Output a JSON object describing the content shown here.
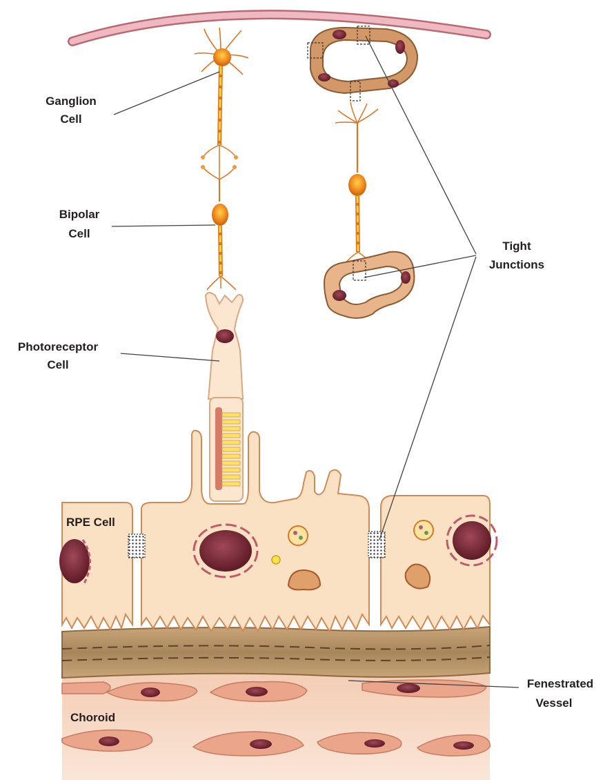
{
  "labels": {
    "ganglion_line1": "Ganglion",
    "ganglion_line2": "Cell",
    "bipolar_line1": "Bipolar",
    "bipolar_line2": "Cell",
    "photoreceptor_line1": "Photoreceptor",
    "photoreceptor_line2": "Cell",
    "tight_line1": "Tight",
    "tight_line2": "Junctions",
    "rpe": "RPE Cell",
    "choroid": "Choroid",
    "fenestrated_line1": "Fenestrated",
    "fenestrated_line2": "Vessel"
  },
  "colors": {
    "membrane": "#e8a0a8",
    "neuron": "#e87a1e",
    "neuron_body": "#f0922a",
    "axon": "#f5c518",
    "rpe_fill": "#fbe3c8",
    "rpe_outline": "#d28a55",
    "nucleus": "#7a2a35",
    "bruch": "#b08a5e",
    "choroid_bg": "#f5d7c4",
    "choroid_cell": "#e89a80",
    "vessel_ring": "#c88f60",
    "leader": "#404040"
  }
}
